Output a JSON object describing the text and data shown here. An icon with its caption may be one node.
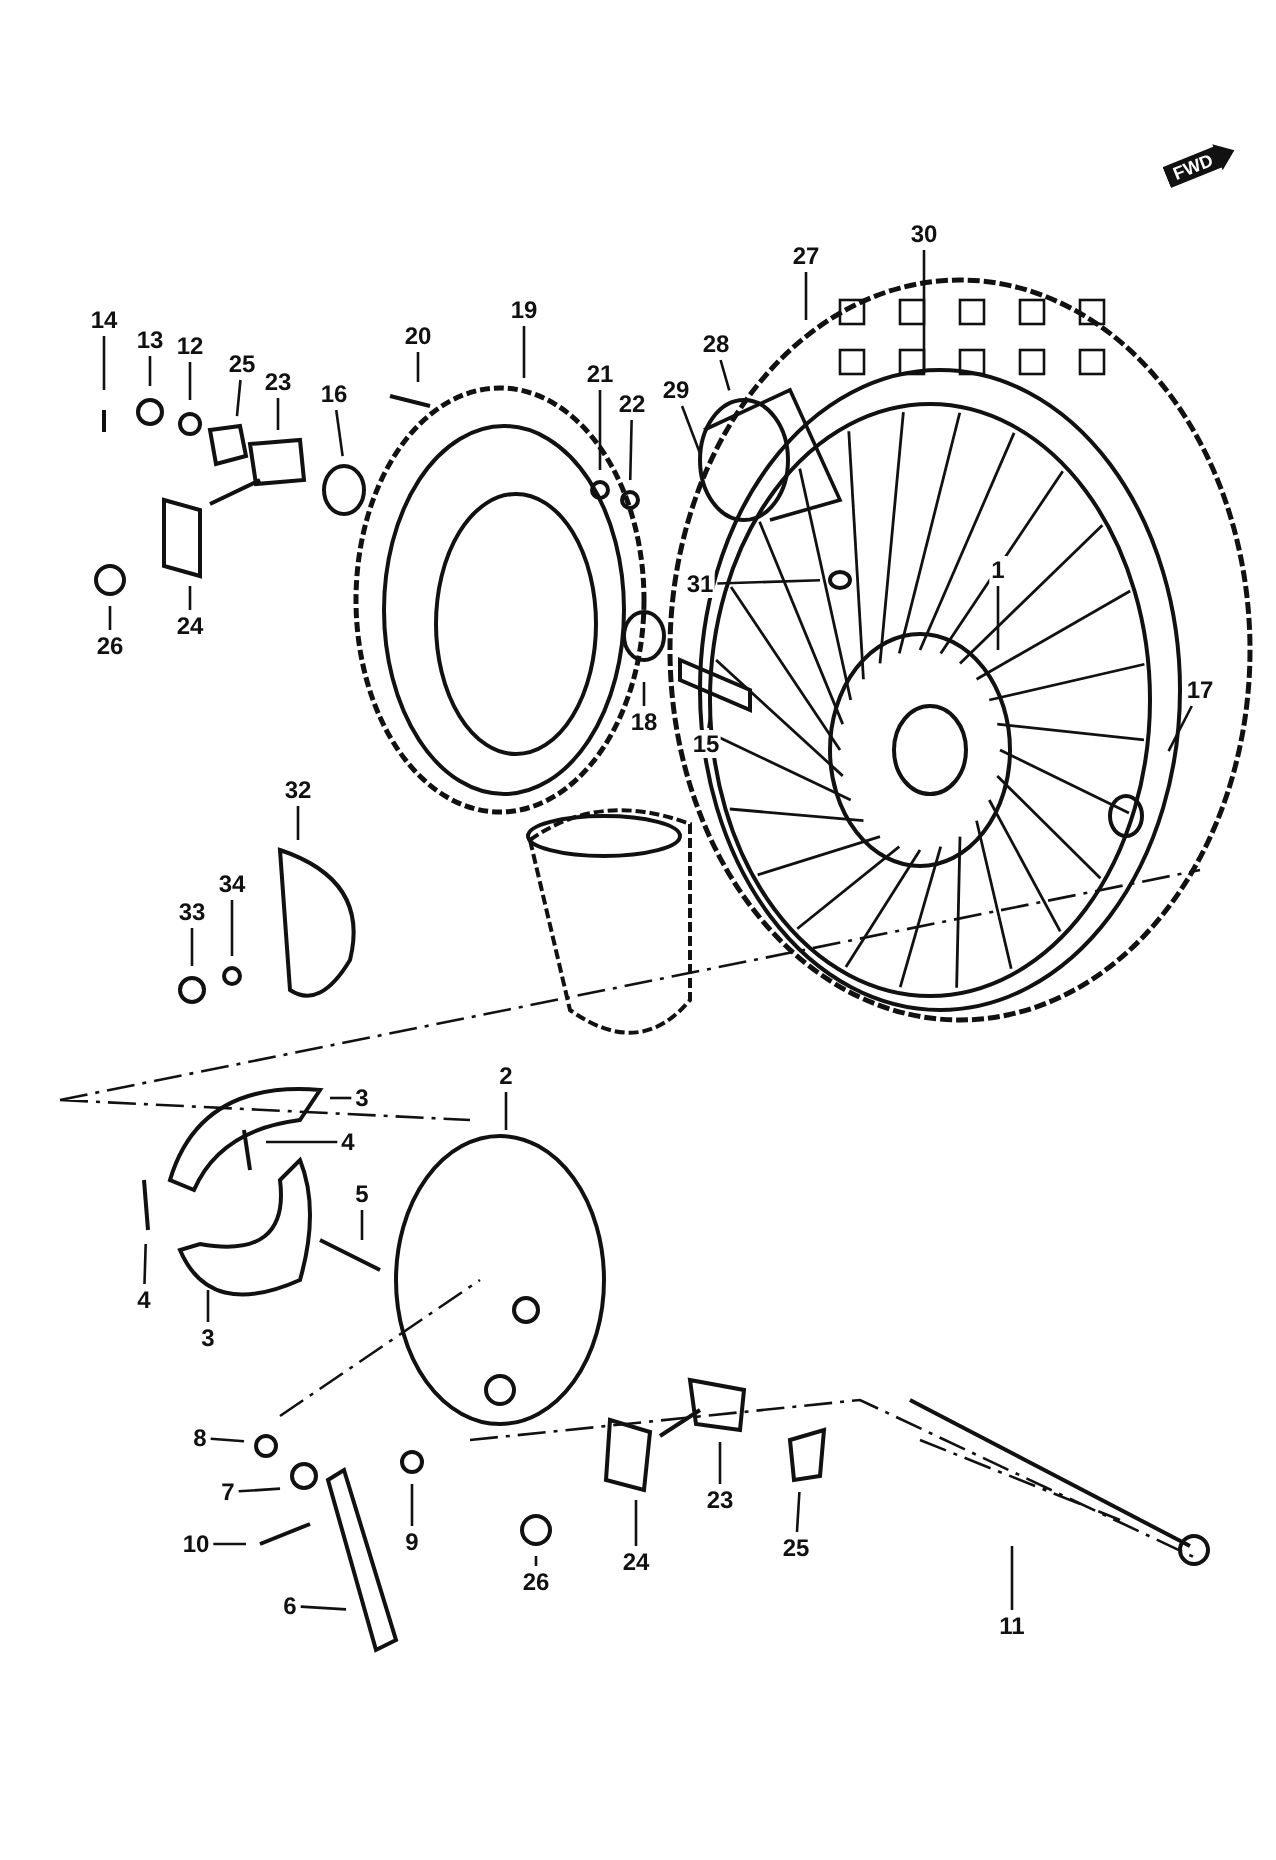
{
  "diagram": {
    "nodes": [
      {
        "text": [
          "14"
        ]
      },
      {
        "text": [
          "13"
        ]
      },
      {
        "text": [
          "12"
        ]
      },
      {
        "text": [
          "25"
        ]
      },
      {
        "text": [
          "23"
        ]
      },
      {
        "text": [
          "16"
        ]
      },
      {
        "text": [
          "20"
        ]
      },
      {
        "text": [
          "19"
        ]
      },
      {
        "text": [
          "21"
        ]
      },
      {
        "text": [
          "22"
        ]
      },
      {
        "text": [
          "30"
        ]
      },
      {
        "text": [
          "27"
        ]
      },
      {
        "text": [
          "28"
        ]
      },
      {
        "text": [
          "29"
        ]
      },
      {
        "text": [
          "31"
        ]
      },
      {
        "text": [
          "1"
        ]
      },
      {
        "text": [
          "17"
        ]
      },
      {
        "text": [
          "24"
        ]
      },
      {
        "text": [
          "26"
        ]
      },
      {
        "text": [
          "18"
        ]
      },
      {
        "text": [
          "15"
        ]
      },
      {
        "text": [
          "32"
        ]
      },
      {
        "text": [
          "34"
        ]
      },
      {
        "text": [
          "33"
        ]
      },
      {
        "text": [
          "3"
        ]
      },
      {
        "text": [
          "4"
        ]
      },
      {
        "text": [
          "2"
        ]
      },
      {
        "text": [
          "5"
        ]
      },
      {
        "text": [
          "4"
        ]
      },
      {
        "text": [
          "3"
        ]
      },
      {
        "text": [
          "8"
        ]
      },
      {
        "text": [
          "7"
        ]
      },
      {
        "text": [
          "9"
        ]
      },
      {
        "text": [
          "10"
        ]
      },
      {
        "text": [
          "26"
        ]
      },
      {
        "text": [
          "24"
        ]
      },
      {
        "text": [
          "23"
        ]
      },
      {
        "text": [
          "25"
        ]
      },
      {
        "text": [
          "6"
        ]
      },
      {
        "text": [
          "11"
        ]
      }
    ],
    "edges": [
      {
        "from": 0,
        "to": null,
        "arrow": "none"
      },
      {
        "from": 1,
        "to": null,
        "arrow": "none"
      },
      {
        "from": 2,
        "to": null,
        "arrow": "none"
      },
      {
        "from": 3,
        "to": null,
        "arrow": "none"
      },
      {
        "from": 4,
        "to": null,
        "arrow": "none"
      },
      {
        "from": 5,
        "to": null,
        "arrow": "none"
      },
      {
        "from": 6,
        "to": null,
        "arrow": "none"
      },
      {
        "from": 7,
        "to": null,
        "arrow": "none"
      },
      {
        "from": 8,
        "to": null,
        "arrow": "none"
      },
      {
        "from": 9,
        "to": null,
        "arrow": "none"
      },
      {
        "from": 10,
        "to": null,
        "arrow": "none"
      },
      {
        "from": 11,
        "to": null,
        "arrow": "none"
      },
      {
        "from": 12,
        "to": null,
        "arrow": "none"
      },
      {
        "from": 13,
        "to": null,
        "arrow": "none"
      },
      {
        "from": 14,
        "to": null,
        "arrow": "none"
      },
      {
        "from": 15,
        "to": null,
        "arrow": "none"
      },
      {
        "from": 16,
        "to": null,
        "arrow": "none"
      },
      {
        "from": 17,
        "to": null,
        "arrow": "none"
      },
      {
        "from": 18,
        "to": null,
        "arrow": "none"
      },
      {
        "from": 19,
        "to": null,
        "arrow": "none"
      },
      {
        "from": 20,
        "to": null,
        "arrow": "none"
      },
      {
        "from": 21,
        "to": null,
        "arrow": "none"
      },
      {
        "from": 22,
        "to": null,
        "arrow": "none"
      },
      {
        "from": 23,
        "to": null,
        "arrow": "none"
      },
      {
        "from": 24,
        "to": null,
        "arrow": "none"
      },
      {
        "from": 25,
        "to": null,
        "arrow": "none"
      },
      {
        "from": 26,
        "to": null,
        "arrow": "none"
      },
      {
        "from": 27,
        "to": null,
        "arrow": "none"
      },
      {
        "from": 28,
        "to": null,
        "arrow": "none"
      },
      {
        "from": 29,
        "to": null,
        "arrow": "none"
      },
      {
        "from": 30,
        "to": null,
        "arrow": "none"
      },
      {
        "from": 31,
        "to": null,
        "arrow": "none"
      },
      {
        "from": 32,
        "to": null,
        "arrow": "none"
      },
      {
        "from": 33,
        "to": null,
        "arrow": "none"
      },
      {
        "from": 34,
        "to": null,
        "arrow": "none"
      },
      {
        "from": 35,
        "to": null,
        "arrow": "none"
      },
      {
        "from": 36,
        "to": null,
        "arrow": "none"
      },
      {
        "from": 37,
        "to": null,
        "arrow": "none"
      },
      {
        "from": 38,
        "to": null,
        "arrow": "none"
      },
      {
        "from": 39,
        "to": null,
        "arrow": "none"
      }
    ],
    "labels": [
      "FWD"
    ]
  }
}
